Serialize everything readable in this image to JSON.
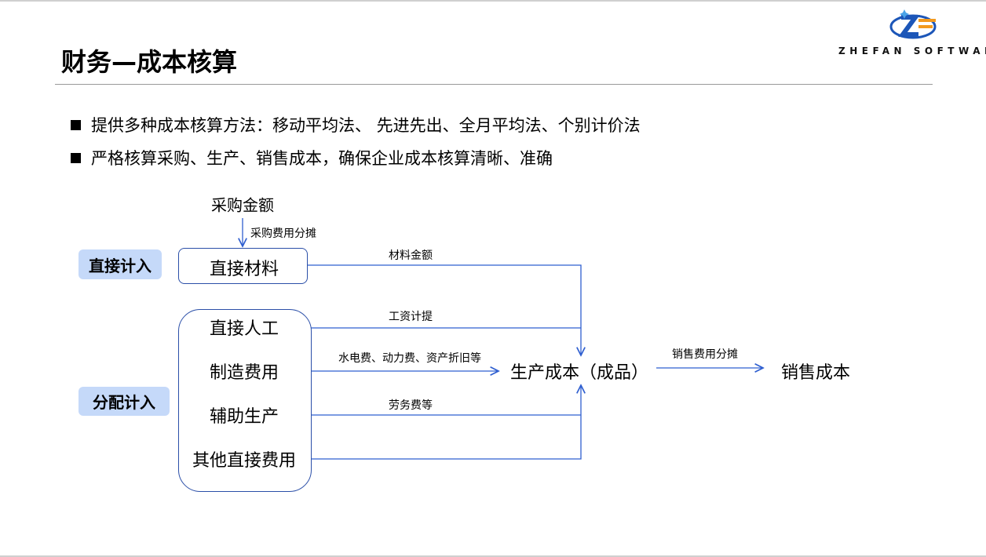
{
  "header": {
    "title": "财务—成本核算",
    "logo_text": "ZHEFAN SOFTWARE"
  },
  "bullets": [
    "提供多种成本核算方法：移动平均法、 先进先出、全月平均法、个别计价法",
    "严格核算采购、生产、销售成本，确保企业成本核算清晰、准确"
  ],
  "diagram": {
    "purchase_amount": "采购金额",
    "purchase_allocation": "采购费用分摊",
    "tag_direct": "直接计入",
    "tag_allocated": "分配计入",
    "direct_material": "直接材料",
    "allocated_items": [
      "直接人工",
      "制造费用",
      "辅助生产",
      "其他直接费用"
    ],
    "edge_material": "材料金额",
    "edge_wages": "工资计提",
    "edge_utilities": "水电费、动力费、资产折旧等",
    "edge_labor": "劳务费等",
    "production_cost": "生产成本（成品）",
    "sales_allocation": "销售费用分摊",
    "sales_cost": "销售成本"
  },
  "colors": {
    "line": "#2f5fd0",
    "tag_bg": "#c5d9f9",
    "box_border": "#2b4fa8"
  }
}
